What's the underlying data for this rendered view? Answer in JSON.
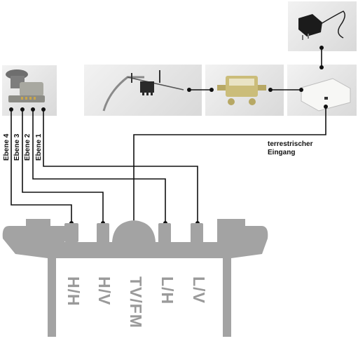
{
  "levels": [
    {
      "label": "Ebene 4"
    },
    {
      "label": "Ebene 3"
    },
    {
      "label": "Ebene 2"
    },
    {
      "label": "Ebene 1"
    }
  ],
  "terrestrial_input": {
    "line1": "terrestrischer",
    "line2": "Eingang"
  },
  "outputs": [
    {
      "label": "H/H"
    },
    {
      "label": "H/V"
    },
    {
      "label": "TV/FM"
    },
    {
      "label": "L/H"
    },
    {
      "label": "L/V"
    }
  ]
}
